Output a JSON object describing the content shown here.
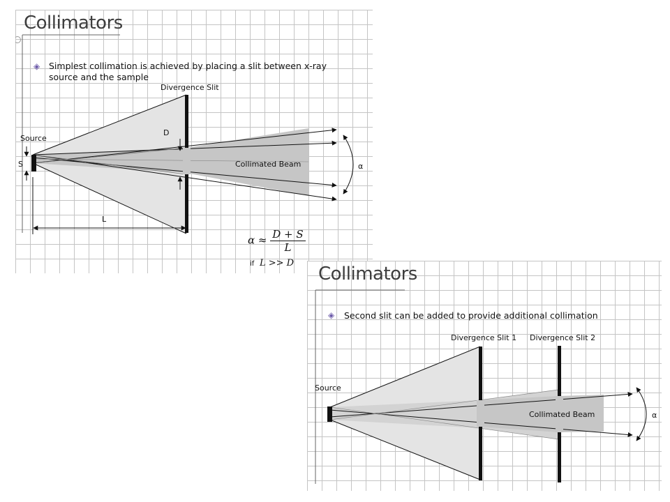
{
  "slide1": {
    "title": "Collimators",
    "bullet": "Simplest collimation is achieved by placing a slit between x-ray source and the sample",
    "labels": {
      "slit": "Divergence Slit",
      "source": "Source",
      "s": "S",
      "d": "D",
      "l": "L",
      "beam": "Collimated Beam",
      "alpha": "α"
    },
    "formula": {
      "lhs": "α ≈",
      "numerator": "D + S",
      "denominator": "L",
      "condition_word": "if",
      "condition": "L >> D"
    }
  },
  "slide2": {
    "title": "Collimators",
    "bullet": "Second slit can be added to provide additional collimation",
    "labels": {
      "slit1": "Divergence Slit 1",
      "slit2": "Divergence Slit 2",
      "source": "Source",
      "beam": "Collimated Beam",
      "alpha": "α"
    }
  },
  "colors": {
    "outer_cone": "#e4e4e4",
    "inner_beam": "#c6c6c6",
    "bullet": "#6a58a8",
    "grid": "#c4c4c4"
  }
}
